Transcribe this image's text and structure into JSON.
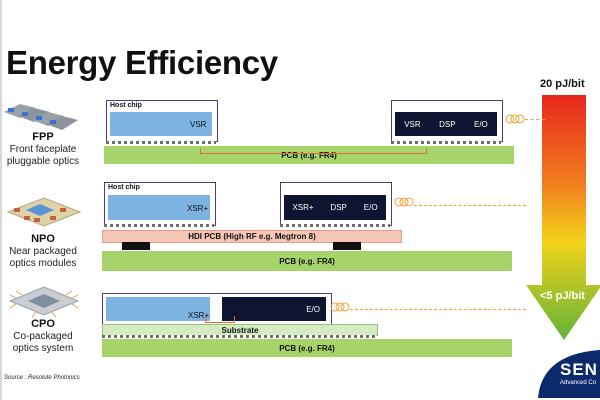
{
  "title": "Energy Efficiency",
  "rows": [
    {
      "code": "FPP",
      "description": [
        "Front faceplate",
        "pluggable optics"
      ],
      "host_label": "Host chip",
      "host_block": "VSR",
      "module_blocks": [
        "VSR",
        "DSP",
        "E/O"
      ],
      "pcb_label": "PCB (e.g. FR4)"
    },
    {
      "code": "NPO",
      "description": [
        "Near packaged",
        "optics modules"
      ],
      "host_label": "Host chip",
      "host_block": "XSR+",
      "module_blocks": [
        "XSR+",
        "DSP",
        "E/O"
      ],
      "hdi_label": "HDI PCB (High RF e.g. Megtron 8)",
      "pcb_label": "PCB (e.g. FR4)"
    },
    {
      "code": "CPO",
      "description": [
        "Co-packaged",
        "optics system"
      ],
      "host_block": "XSR+",
      "module_blocks": [
        "E/O"
      ],
      "substrate_label": "Substrate",
      "pcb_label": "PCB (e.g. FR4)"
    }
  ],
  "energy_scale": {
    "top": "20 pJ/bit",
    "bottom": "<5 pJ/bit"
  },
  "source": "Source : Resolute Photonics",
  "logo_text": "SEN",
  "logo_sub": "Advanced Co",
  "colors": {
    "pcb_green": "#a7d46a",
    "host_blue": "#7db3e0",
    "module_dark": "#0d1530",
    "hdi_pink": "#f6c7b7",
    "fiber_orange": "#f0a030",
    "logo_navy": "#0c2a6b"
  }
}
